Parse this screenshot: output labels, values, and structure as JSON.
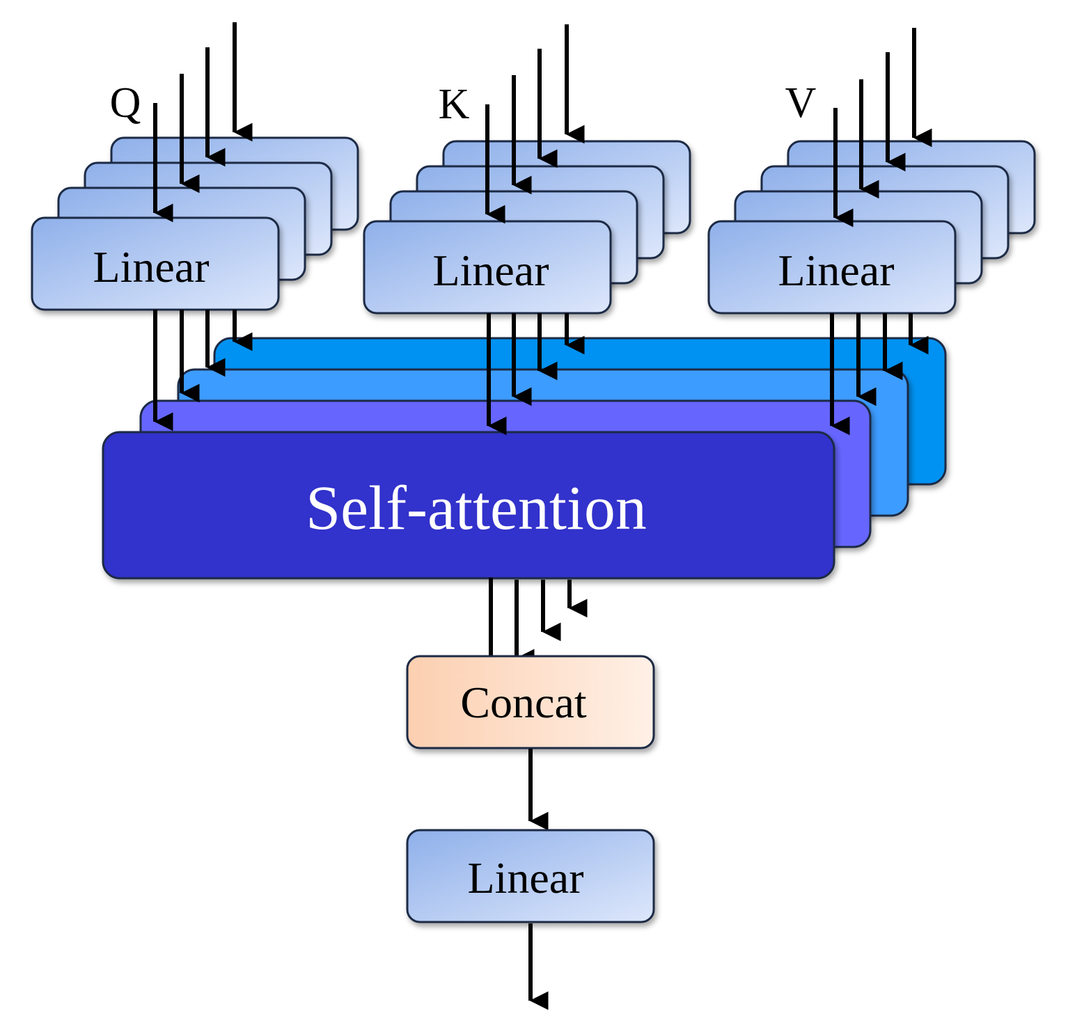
{
  "inputs": {
    "q": "Q",
    "k": "K",
    "v": "V"
  },
  "blocks": {
    "linear_q": "Linear",
    "linear_k": "Linear",
    "linear_v": "Linear",
    "self_attention": "Self-attention",
    "concat": "Concat",
    "linear_out": "Linear"
  },
  "colors": {
    "linear_fill_start": "#8fb0ea",
    "linear_fill_end": "#dde7fb",
    "sa_layer_1": "#0092f2",
    "sa_layer_2": "#3e9cff",
    "sa_layer_3": "#6666ff",
    "sa_front": "#3030cc",
    "concat_fill_start": "#fccfb0",
    "concat_fill_end": "#fff0e6",
    "border": "#1b2a44",
    "arrow": "#000000"
  }
}
